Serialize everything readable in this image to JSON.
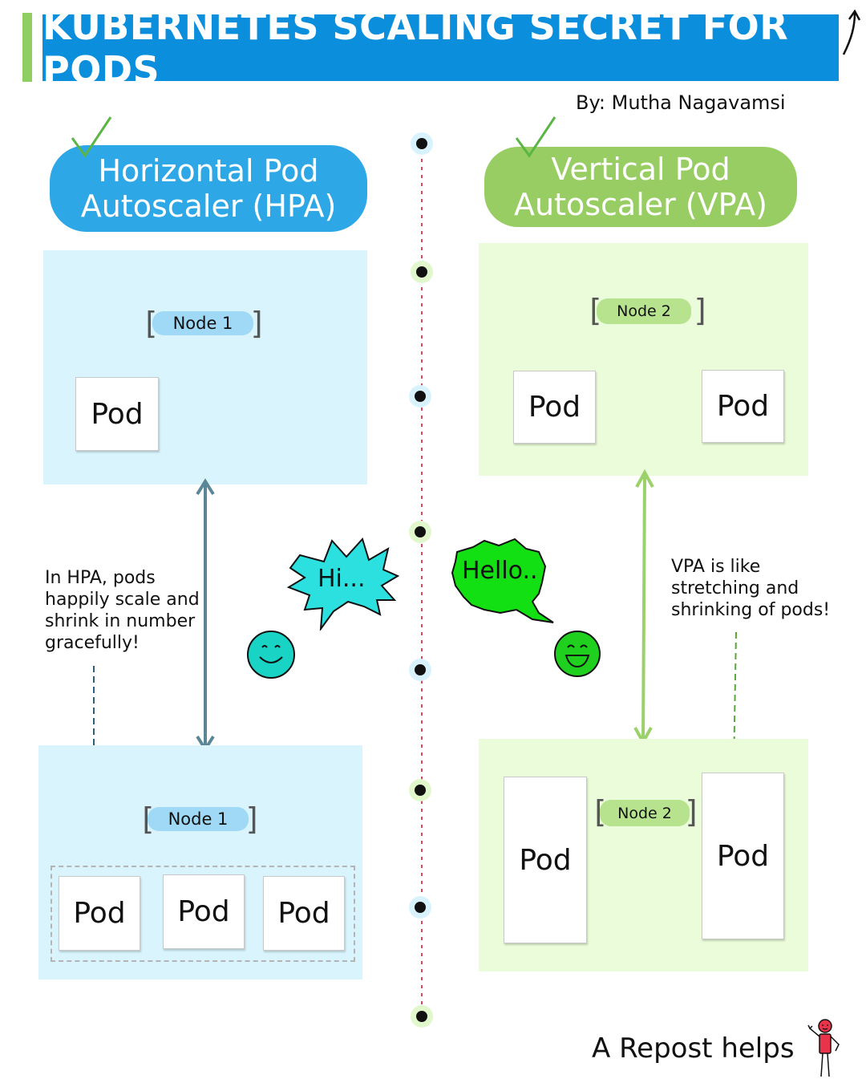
{
  "header": {
    "title": "KUBERNETES SCALING SECRET FOR PODS",
    "author": "By: Mutha Nagavamsi"
  },
  "hpa": {
    "title_line1": "Horizontal Pod",
    "title_line2": "Autoscaler (HPA)",
    "top_node": "Node 1",
    "top_pods": [
      "Pod"
    ],
    "bottom_node": "Node 1",
    "bottom_pods": [
      "Pod",
      "Pod",
      "Pod"
    ],
    "note_lines": [
      "In HPA, pods",
      "happily scale and",
      "shrink in number",
      "gracefully!"
    ],
    "speech": "Hi..."
  },
  "vpa": {
    "title_line1": "Vertical Pod",
    "title_line2": "Autoscaler (VPA)",
    "top_node": "Node 2",
    "top_pods": [
      "Pod",
      "Pod"
    ],
    "bottom_node": "Node 2",
    "bottom_pods": [
      "Pod",
      "Pod"
    ],
    "note_lines": [
      "VPA is like",
      "stretching and",
      "shrinking of pods!"
    ],
    "speech": "Hello.."
  },
  "footer": {
    "cta": "A Repost helps"
  },
  "colors": {
    "title_blue": "#0b8fdc",
    "hpa_blue": "#2ea7e6",
    "vpa_green": "#98cd63",
    "panel_blue": "#d9f4fd",
    "panel_green": "#eafcd9",
    "divider_red": "#e0455f",
    "smiley_cyan": "#19d3c5",
    "smiley_green": "#1fd01f"
  },
  "icons": [
    "check-mark-icon",
    "smiley-face-icon",
    "speech-burst-icon",
    "stick-figure-icon",
    "double-arrow-icon",
    "curved-arrow-icon"
  ]
}
